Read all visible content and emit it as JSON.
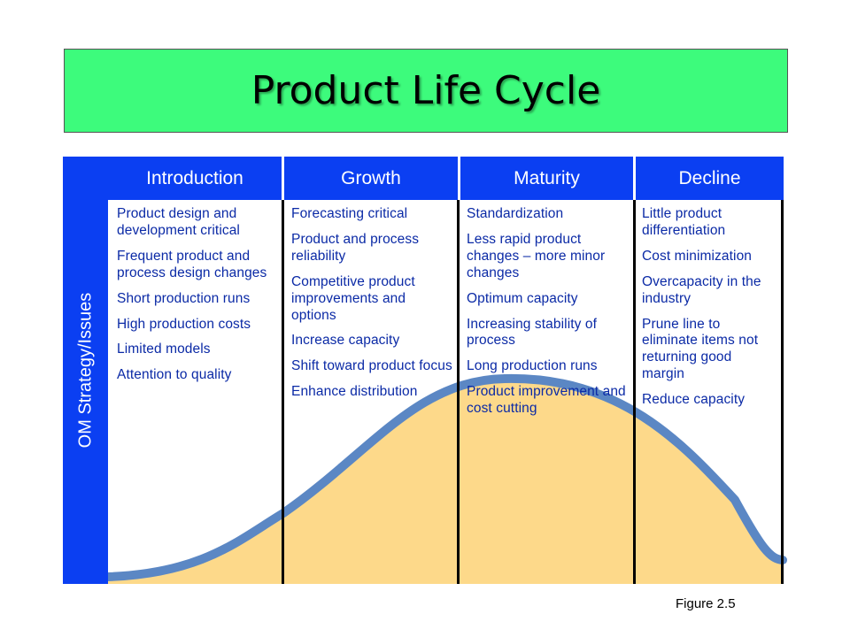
{
  "title": "Product Life Cycle",
  "side_label": "OM Strategy/Issues",
  "stages": [
    {
      "name": "Introduction",
      "items": [
        "Product design and development critical",
        "Frequent product and process design changes",
        "Short production runs",
        "High production costs",
        "Limited models",
        "Attention to quality"
      ]
    },
    {
      "name": "Growth",
      "items": [
        "Forecasting critical",
        "Product and process reliability",
        "Competitive product improvements and options",
        "Increase capacity",
        "Shift toward product focus",
        "Enhance distribution"
      ]
    },
    {
      "name": "Maturity",
      "items": [
        "Standardization",
        "Less rapid product changes – more minor changes",
        "Optimum capacity",
        "Increasing stability of process",
        "Long production runs",
        "Product improvement and cost cutting"
      ]
    },
    {
      "name": "Decline",
      "items": [
        "Little product differentiation",
        "Cost minimization",
        "Overcapacity in the industry",
        "Prune line to eliminate items not returning good margin",
        "Reduce capacity"
      ]
    }
  ],
  "figure_label": "Figure 2.5",
  "colors": {
    "title_bg": "#3dfb7c",
    "header_bg": "#0b3ff2",
    "curve": "#5b87c4",
    "curve_fill": "#fdd98a",
    "body_text": "#0b2aa6"
  }
}
